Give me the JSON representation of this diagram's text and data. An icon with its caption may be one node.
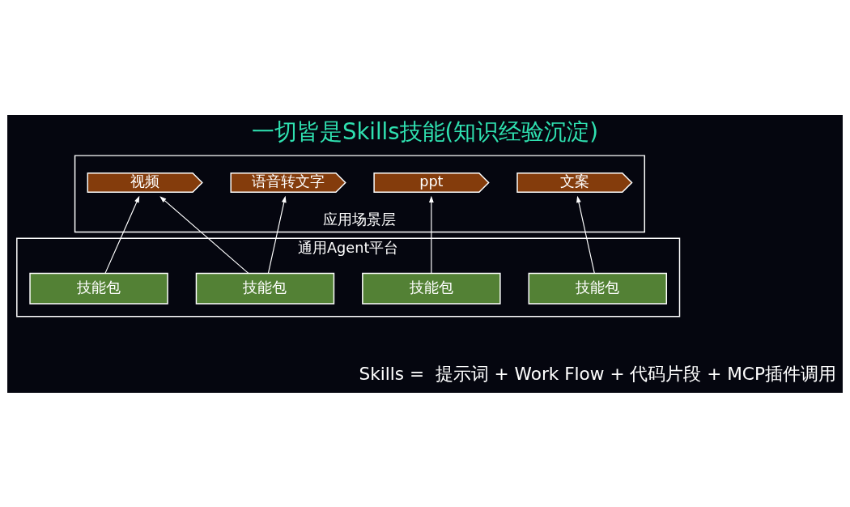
{
  "diagram": {
    "title": "一切皆是Skills技能(知识经验沉淀)",
    "caption": "Skills =  提示词 + Work Flow + 代码片段 + MCP插件调用",
    "nodes": [
      {
        "text": [
          "应用场景层"
        ]
      },
      {
        "text": [
          "语音转文字"
        ],
        "in": 0
      },
      {
        "text": [
          "文案"
        ],
        "in": 0
      },
      {
        "text": [
          "ppt"
        ],
        "in": 0
      },
      {
        "text": [
          "视频"
        ],
        "in": 0
      },
      {
        "text": [
          "通用Agent平台"
        ]
      },
      {
        "text": [
          "技能包"
        ],
        "in": 5
      },
      {
        "text": [
          "技能包"
        ],
        "in": 5
      },
      {
        "text": [
          "技能包"
        ],
        "in": 5
      },
      {
        "text": [
          "技能包"
        ],
        "in": 5
      }
    ],
    "edges": [
      {
        "from": 6,
        "to": 2,
        "arrow": "to"
      },
      {
        "from": 7,
        "to": 3,
        "arrow": "to"
      },
      {
        "from": 8,
        "to": 1,
        "arrow": "to"
      },
      {
        "from": 8,
        "to": 4,
        "arrow": "to"
      },
      {
        "from": 9,
        "to": 4,
        "arrow": "to"
      }
    ]
  }
}
